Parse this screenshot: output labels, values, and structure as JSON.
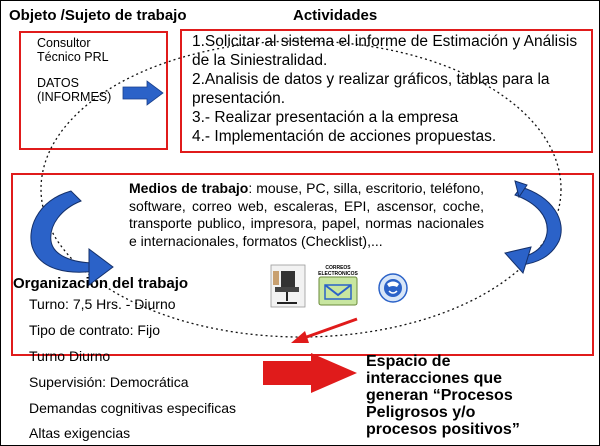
{
  "headings": {
    "objeto": "Objeto /Sujeto de trabajo",
    "actividades": "Actividades"
  },
  "sujeto": {
    "line1": "Consultor",
    "line2": "Técnico PRL",
    "line3": "DATOS",
    "line4": "(INFORMES)"
  },
  "actividades": [
    "1.Solicitar al sistema el informe de Estimación y Análisis de la Siniestralidad.",
    "2.Analisis de datos y realizar gráficos, tablas para la presentación.",
    "3.- Realizar presentación a la empresa",
    "4.- Implementación de acciones propuestas."
  ],
  "medios": {
    "label": "Medios de trabajo",
    "text": ": mouse, PC, silla, escritorio, teléfono, software, correo web, escaleras, EPI, ascensor, coche, transporte publico, impresora, papel, normas nacionales e internacionales, formatos (Checklist),..."
  },
  "icons": {
    "email_label_line1": "CORREOS",
    "email_label_line2": "ELECTRONICOS"
  },
  "organizacion": {
    "title": "Organización del trabajo",
    "items": [
      "Turno: 7,5 Hrs. - Diurno",
      "Tipo de contrato: Fijo",
      "Turno Diurno",
      "Supervisión: Democrática",
      "Demandas cognitivas especificas",
      "Altas exigencias"
    ]
  },
  "espacio": {
    "line1": "Espacio de",
    "line2": "interacciones que",
    "line3": "generan “Procesos",
    "line4": "Peligrosos y/o",
    "line5": "procesos positivos”"
  },
  "colors": {
    "box_border": "#e01b1b",
    "arrow_blue": "#2b62c8",
    "arrow_red": "#e01b1b"
  }
}
